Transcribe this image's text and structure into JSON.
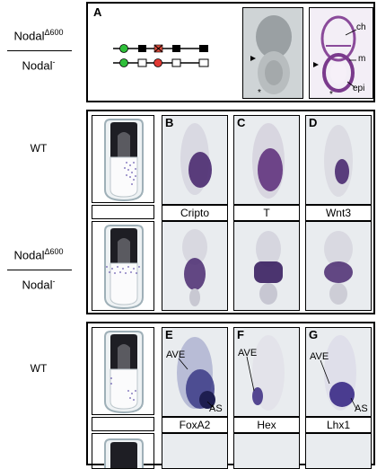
{
  "top_label": {
    "numerator_main": "Nodal",
    "numerator_sup": "Δ600",
    "denominator_main": "Nodal",
    "denominator_sup": "-"
  },
  "mid_label": {
    "numerator_main": "Nodal",
    "numerator_sup": "Δ600",
    "denominator_main": "Nodal",
    "denominator_sup": "-"
  },
  "wt_label_1": "WT",
  "wt_label_2": "WT",
  "panel_A": {
    "letter": "A",
    "labels": {
      "ch": "ch",
      "m": "m",
      "epi": "epi"
    }
  },
  "row1": {
    "letters": [
      "B",
      "C",
      "D"
    ],
    "captions": [
      "Cripto",
      "T",
      "Wnt3"
    ]
  },
  "row3": {
    "letters": [
      "E",
      "F",
      "G"
    ],
    "captions": [
      "FoxA2",
      "Hex",
      "Lhx1"
    ],
    "annotations": {
      "e_ave": "AVE",
      "e_as": "AS",
      "f_ave": "AVE",
      "g_ave": "AVE",
      "g_as": "AS"
    }
  },
  "colors": {
    "stain": "#4a2a70",
    "green": "#2fbf3a",
    "red": "#e03a35",
    "dark_tissue": "#1e1e24"
  }
}
